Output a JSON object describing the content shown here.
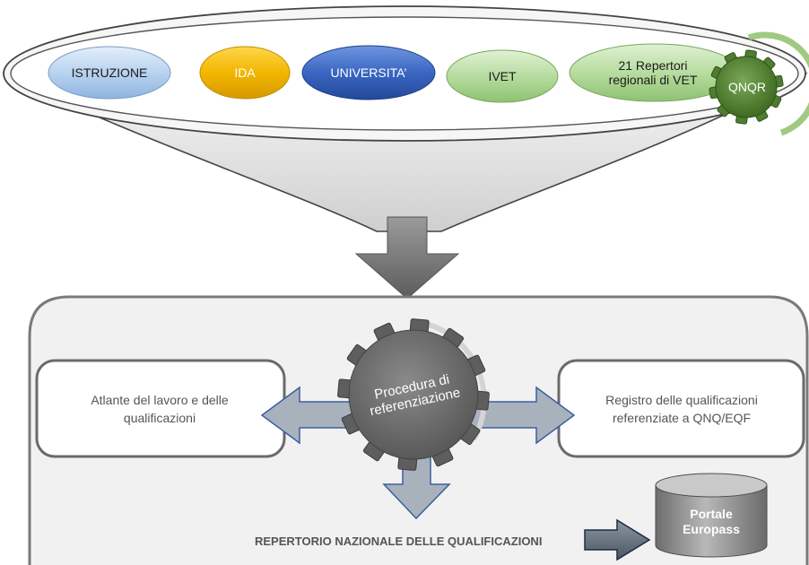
{
  "top_pills": {
    "istruzione": "ISTRUZIONE",
    "ida": "IDA",
    "universita": "UNIVERSITA’",
    "ivet": "IVET",
    "repertori_line1": "21 Repertori",
    "repertori_line2": "regionali di VET",
    "qnqr": "QNQR"
  },
  "gear": {
    "line1": "Procedura di",
    "line2": "referenziazione"
  },
  "left_box": {
    "line1": "Atlante del lavoro e delle",
    "line2": "qualificazioni"
  },
  "right_box": {
    "line1": "Registro delle qualificazioni",
    "line2": "referenziate a QNQ/EQF"
  },
  "bottom_label": "REPERTORIO NAZIONALE DELLE QUALIFICAZIONI",
  "cylinder": {
    "line1": "Portale",
    "line2": "Europass"
  },
  "colors": {
    "istruzione": "#b9d3f0",
    "ida": "#f2b600",
    "universita": "#3a67c2",
    "ivet": "#b7dca0",
    "qnqr_gear": "#5e8f3a",
    "main_gear": "#6f6f6f",
    "arrow_fill": "#a7b0ba",
    "arrow_stroke": "#3a5fa0",
    "container_border": "#7a7a7a"
  }
}
